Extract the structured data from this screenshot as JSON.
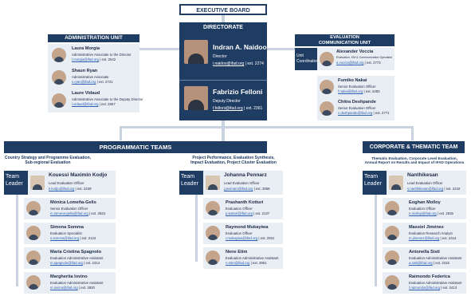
{
  "executive_board": "EXECUTIVE BOARD",
  "directorate": {
    "title": "DIRECTORATE",
    "director": {
      "name": "Indran A. Naidoo",
      "role": "Director",
      "email": "i.naidoo@ifad.org",
      "ext": "ext. 2274"
    },
    "deputy": {
      "name": "Fabrizio Felloni",
      "role": "Deputy Director",
      "email": "f.felloni@ifad.org",
      "ext": "ext. 2361"
    }
  },
  "admin_unit": {
    "title": "ADMINISTRATION UNIT",
    "members": [
      {
        "name": "Laura Morgia",
        "role": "Administrative Associate to the Director",
        "email": "l.morgia@ifad.org",
        "ext": "ext. 2542"
      },
      {
        "name": "Shaun Ryan",
        "role": "Administrative Associate",
        "email": "s.ryan@ifad.org",
        "ext": "ext. 2721"
      },
      {
        "name": "Laure Vidaud",
        "role": "Administrative Associate to the Deputy Director",
        "email": "l.vidaud@ifad.org",
        "ext": "ext. 2657"
      }
    ]
  },
  "eval_comm_unit": {
    "title": "EVALUATION\nCOMMUNICATION UNIT",
    "coordinator_label": "Unit\nCoordinator",
    "coordinator": {
      "name": "Alexander Voccia",
      "role": "Evaluation, KM & Communication Specialist",
      "email": "a.voccia@ifad.org",
      "ext": "ext. 2773"
    },
    "members": [
      {
        "name": "Fumiko Nakai",
        "role": "Senior Evaluation Officer",
        "email": "f.nakai@ifad.org",
        "ext": "ext. 2283"
      },
      {
        "name": "Chitra Deshpande",
        "role": "Senior Evaluation Officer",
        "email": "c.deshpande@ifad.org",
        "ext": "ext. 2771"
      }
    ]
  },
  "programmatic_teams": "PROGRAMMATIC TEAMS",
  "corporate_teams": "CORPORATE & THEMATIC TEAM",
  "team_leader_label": "Team\nLeader",
  "teams": [
    {
      "title": "Country Strategy and Programme Evaluation,\nSub-regional Evaluation",
      "leader": {
        "name": "Kouessi Maximin Kodjo",
        "role": "Lead Evaluation Officer",
        "email": "k.kodjo@ifad.org",
        "ext": "ext. 2249"
      },
      "members": [
        {
          "name": "Mónica Lomeña-Gelis",
          "role": "Senior Evaluation Officer",
          "email": "m.lomena-gelis@ifad.org",
          "ext": "ext. 2923"
        },
        {
          "name": "Simona Somma",
          "role": "Evaluation Specialist",
          "email": "s.somma@ifad.org",
          "ext": "ext. 2124"
        },
        {
          "name": "Maria Cristina Spagnolo",
          "role": "Evaluation Administrative Assistant",
          "email": "m.spagnolo@ifad.org",
          "ext": "ext. 2314"
        },
        {
          "name": "Margherita Iovino",
          "role": "Evaluation Administrative Assistant",
          "email": "m.iovino@ifad.org",
          "ext": "ext. 2820"
        }
      ]
    },
    {
      "title": "Project Performance, Evaluation Synthesis,\nImpact Evaluation, Project Cluster Evaluation",
      "leader": {
        "name": "Johanna Pennarz",
        "role": "Lead Evaluation Officer",
        "email": "j.pennarz@ifad.org",
        "ext": "ext. 2558"
      },
      "members": [
        {
          "name": "Prashanth Kotturi",
          "role": "Evaluation Officer",
          "email": "p.kotturi@ifad.org",
          "ext": "ext. 2137"
        },
        {
          "name": "Raymond Mukayiwa",
          "role": "Evaluation Officer",
          "email": "r.mukayiwa@ifad.org",
          "ext": "ext. 2931"
        },
        {
          "name": "Nene Etim",
          "role": "Evaluation Administrative Assistant",
          "email": "n.etim@ifad.org",
          "ext": "ext. 2861"
        }
      ]
    },
    {
      "title": "Thematic Evaluation, Corporate Level Evaluation,\nAnnual Report on Results and Impact of IFAD Operations",
      "leader": {
        "name": "Nanthikesan",
        "role": "Lead Evaluation Officer",
        "email": "s.nanthikesan@ifad.org",
        "ext": "ext. 2242"
      },
      "members": [
        {
          "name": "Eoghan Molloy",
          "role": "Evaluation Officer",
          "email": "e.molloy@ifad.org",
          "ext": "ext. 2635"
        },
        {
          "name": "Massiel Jiménez",
          "role": "Evaluation Research Analyst",
          "email": "m.jimenez@ifad.org",
          "ext": "ext. 2314"
        },
        {
          "name": "Antonella Sisti",
          "role": "Evaluation Administrative Assistant",
          "email": "a.sisti@ifad.org",
          "ext": "ext. 2315"
        },
        {
          "name": "Raimondo Federica",
          "role": "Evaluation Administrative Assistant",
          "email": "f.raimondo@ifad.org",
          "ext": "ext. 2413"
        }
      ]
    }
  ]
}
